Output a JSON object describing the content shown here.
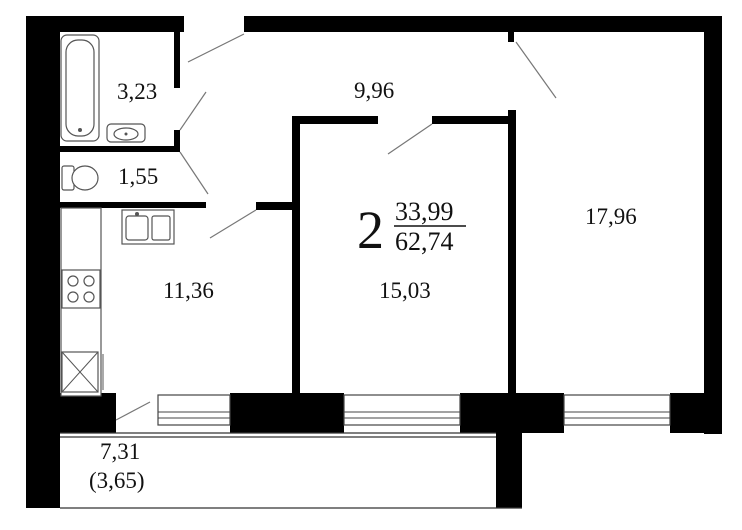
{
  "plan": {
    "rooms_count": "2",
    "living_area": "33,99",
    "total_area": "62,74",
    "rooms": [
      {
        "id": "bathroom",
        "area": "3,23"
      },
      {
        "id": "toilet",
        "area": "1,55"
      },
      {
        "id": "hallway",
        "area": "9,96"
      },
      {
        "id": "kitchen",
        "area": "11,36"
      },
      {
        "id": "room-1",
        "area": "15,03"
      },
      {
        "id": "room-2",
        "area": "17,96"
      }
    ],
    "balcony": {
      "area": "7,31",
      "area_reduced": "(3,65)"
    }
  },
  "colors": {
    "wall": "#000000",
    "background": "#ffffff",
    "door_line": "#777777"
  }
}
